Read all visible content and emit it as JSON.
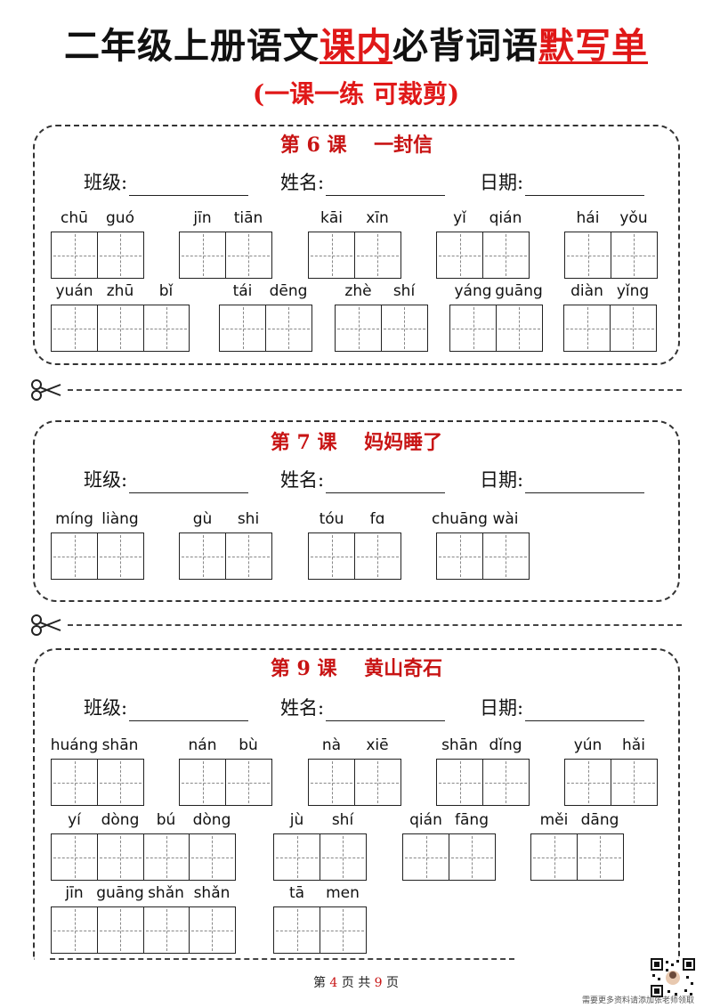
{
  "header": {
    "title_part1": "二年级上册语文",
    "title_part2": "课内",
    "title_part3": "必背词语",
    "title_part4": "默写单",
    "subtitle": "(一课一练 可裁剪)"
  },
  "info_labels": {
    "class": "班级:",
    "name": "姓名:",
    "date": "日期:"
  },
  "lessons": [
    {
      "title": "第 6 课    一封信",
      "rows": [
        [
          [
            "chū",
            "guó"
          ],
          [
            "jīn",
            "tiān"
          ],
          [
            "kāi",
            "xīn"
          ],
          [
            "yǐ",
            "qián"
          ],
          [
            "hái",
            "yǒu"
          ]
        ],
        [
          [
            "yuán",
            "zhū",
            "bǐ"
          ],
          [
            "tái",
            "dēng"
          ],
          [
            "zhè",
            "shí"
          ],
          [
            "yáng",
            "guāng"
          ],
          [
            "diàn",
            "yǐng"
          ]
        ]
      ]
    },
    {
      "title": "第 7 课    妈妈睡了",
      "rows": [
        [
          [
            "míng",
            "liàng"
          ],
          [
            "gù",
            "shi"
          ],
          [
            "tóu",
            "fɑ"
          ],
          [
            "chuāng",
            "wài"
          ]
        ]
      ]
    },
    {
      "title": "第 9 课    黄山奇石",
      "rows": [
        [
          [
            "huáng",
            "shān"
          ],
          [
            "nán",
            "bù"
          ],
          [
            "nà",
            "xiē"
          ],
          [
            "shān",
            "dǐng"
          ],
          [
            "yún",
            "hǎi"
          ]
        ],
        [
          [
            "yí",
            "dòng",
            "bú",
            "dòng"
          ],
          [
            "jù",
            "shí"
          ],
          [
            "qián",
            "fāng"
          ],
          [
            "měi",
            "dāng"
          ]
        ],
        [
          [
            "jīn",
            "guāng",
            "shǎn",
            "shǎn"
          ],
          [
            "tā",
            "men"
          ]
        ]
      ]
    }
  ],
  "footer": {
    "pre": "第",
    "page": "4",
    "mid": "页 共",
    "total": "9",
    "post": "页"
  },
  "note": "需要更多资料请添加张老师领取"
}
